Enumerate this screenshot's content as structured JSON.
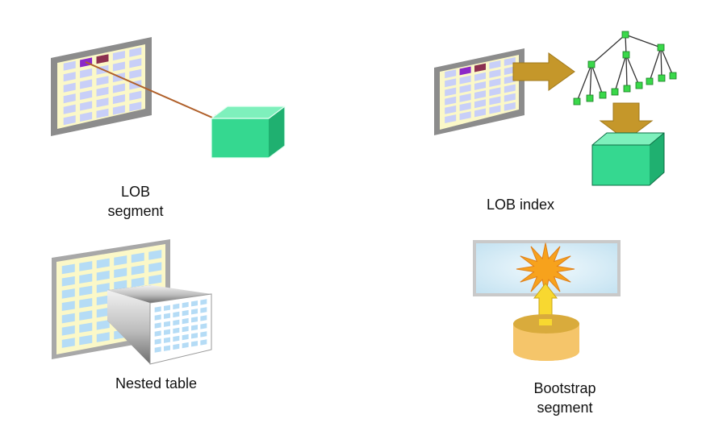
{
  "captions": {
    "lob_segment": [
      "LOB",
      "segment"
    ],
    "lob_index": "LOB index",
    "nested_table": "Nested table",
    "bootstrap_segment": [
      "Bootstrap",
      "segment"
    ]
  },
  "colors": {
    "table_frame": "#8c8c8c",
    "table_background": "#fbf8c8",
    "cell": "#c8cff8",
    "cell_purple": "#8b28c8",
    "cell_maroon": "#8c3050",
    "cube_front": "#35d890",
    "cube_top": "#7ef0bc",
    "cube_side": "#1fb070",
    "arrow_gold": "#c5972a",
    "pointer_line": "#b0602a",
    "tree_node": "#3ad84a",
    "nested_cell": "#b5dcf6",
    "glass_panel": "#d6eef8",
    "burst": "#f7a21c",
    "cylinder": "#f5c56a",
    "up_arrow": "#f8d830"
  },
  "icons": [
    "table-grid-icon",
    "cube-icon",
    "pointer-arrow-icon",
    "tree-icon",
    "down-arrow-icon",
    "right-arrow-icon",
    "funnel-icon",
    "burst-icon",
    "cylinder-icon",
    "up-arrow-icon"
  ]
}
